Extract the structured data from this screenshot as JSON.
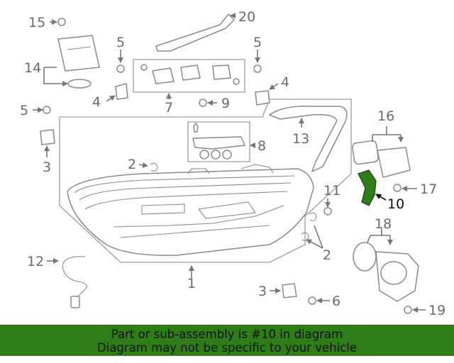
{
  "callouts": {
    "c1": "1",
    "c2a": "2",
    "c2b": "2",
    "c3a": "3",
    "c3b": "3",
    "c4a": "4",
    "c4b": "4",
    "c5a": "5",
    "c5b": "5",
    "c5c": "5",
    "c6": "6",
    "c7": "7",
    "c8": "8",
    "c9": "9",
    "c10": "10",
    "c11": "11",
    "c12": "12",
    "c13": "13",
    "c14": "14",
    "c15": "15",
    "c16": "16",
    "c17": "17",
    "c18": "18",
    "c19": "19",
    "c20": "20"
  },
  "highlight_color": "#2f7d18",
  "banner": {
    "line1": "Part or sub-assembly is #10 in diagram",
    "line2": "Diagram may not be specific to your vehicle",
    "background": "#2f7d18"
  }
}
